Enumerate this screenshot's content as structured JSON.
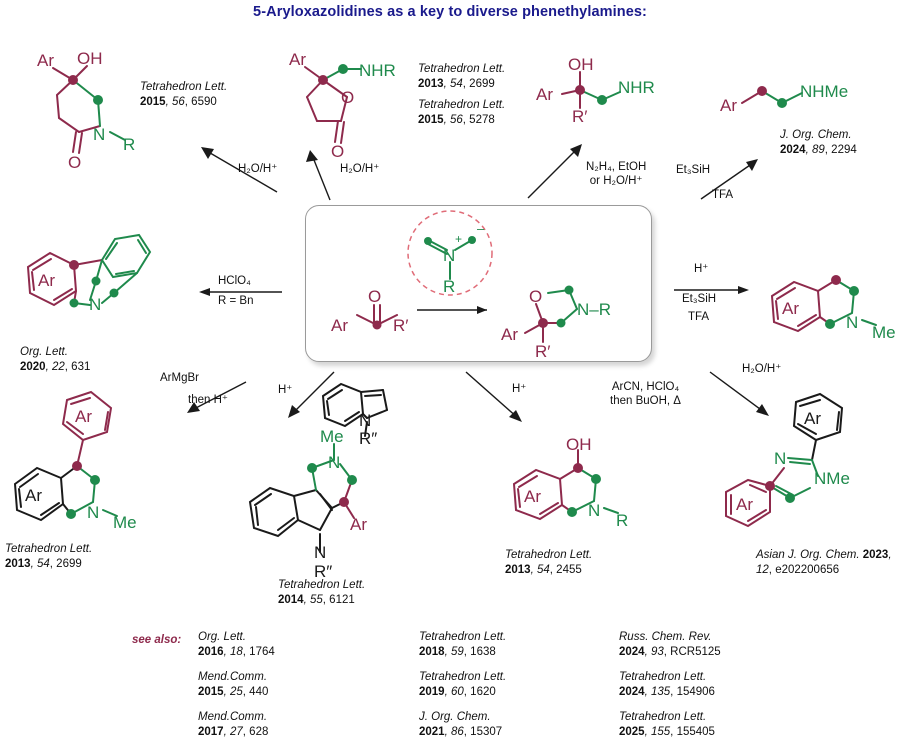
{
  "title": "5-Aryloxazolidines as a key to diverse phenethylamines:",
  "colors": {
    "title": "#1a1a8c",
    "aryl_red": "#8e2a4c",
    "amine_green": "#1f8a4c",
    "skeleton_black": "#1a1a1a",
    "highlight_circle": "#e06c78"
  },
  "center": {
    "substrate_labels": [
      "Ar",
      "R'",
      "O"
    ],
    "product_labels": [
      "Ar",
      "R'",
      "O",
      "N–R"
    ],
    "ylide_labels": [
      "N",
      "R",
      "+",
      "–"
    ]
  },
  "conditions": {
    "to_piperidinone": "H₂O/H⁺",
    "to_lactone": "H₂O/H⁺",
    "to_aminoalcohol_line1": "N₂H₄, EtOH",
    "to_aminoalcohol_line2": "or H₂O/H⁺",
    "to_phenethylamine_line1": "Et₃SiH",
    "to_phenethylamine_line2": "TFA",
    "to_tricycle_line1": "HClO₄",
    "to_tricycle_line2": "R = Bn",
    "to_thiq_nme_line1": "H⁺",
    "to_thiq_nme_line2": "Et₃SiH",
    "to_thiq_nme_line3": "TFA",
    "to_aryl_thiq_line1": "ArMgBr",
    "to_aryl_thiq_line2": "then H⁺",
    "to_carboline": "H⁺",
    "to_hydroxy_thiq": "H⁺",
    "to_imidazole_line1": "ArCN, HClO₄",
    "to_imidazole_line2": "then BuOH, Δ",
    "to_hydroxy_thiq_water": "H₂O/H⁺",
    "indole_label": "N",
    "indole_sub": "R″"
  },
  "citations": {
    "piperidinone": {
      "journal": "Tetrahedron Lett.",
      "year": "2015",
      "vol": "56",
      "page": "6590"
    },
    "lactone_a": {
      "journal": "Tetrahedron Lett.",
      "year": "2013",
      "vol": "54",
      "page": "2699"
    },
    "lactone_b": {
      "journal": "Tetrahedron Lett.",
      "year": "2015",
      "vol": "56",
      "page": "5278"
    },
    "phenethylamine": {
      "journal": "J. Org. Chem.",
      "year": "2024",
      "vol": "89",
      "page": "2294"
    },
    "tricycle": {
      "journal": "Org. Lett.",
      "year": "2020",
      "vol": "22",
      "page": "631"
    },
    "aryl_thiq": {
      "journal": "Tetrahedron Lett.",
      "year": "2013",
      "vol": "54",
      "page": "2699"
    },
    "carboline": {
      "journal": "Tetrahedron Lett.",
      "year": "2014",
      "vol": "55",
      "page": "6121"
    },
    "hydroxy_thiq": {
      "journal": "Tetrahedron Lett.",
      "year": "2013",
      "vol": "54",
      "page": "2455"
    },
    "imidazole": {
      "journal": "Asian J. Org. Chem.",
      "year": "2023",
      "vol": "12",
      "page": "e202200656"
    }
  },
  "see_also": {
    "label": "see also:",
    "col1": [
      {
        "journal": "Org. Lett.",
        "year": "2016",
        "vol": "18",
        "page": "1764"
      },
      {
        "journal": "Mend.Comm.",
        "year": "2015",
        "vol": "25",
        "page": "440"
      },
      {
        "journal": "Mend.Comm.",
        "year": "2017",
        "vol": "27",
        "page": "628"
      }
    ],
    "col2": [
      {
        "journal": "Tetrahedron Lett.",
        "year": "2018",
        "vol": "59",
        "page": "1638"
      },
      {
        "journal": "Tetrahedron Lett.",
        "year": "2019",
        "vol": "60",
        "page": "1620"
      },
      {
        "journal": "J. Org. Chem.",
        "year": "2021",
        "vol": "86",
        "page": "15307"
      }
    ],
    "col3": [
      {
        "journal": "Russ. Chem. Rev.",
        "year": "2024",
        "vol": "93",
        "page": "RCR5125"
      },
      {
        "journal": "Tetrahedron Lett.",
        "year": "2024",
        "vol": "135",
        "page": "154906"
      },
      {
        "journal": "Tetrahedron Lett.",
        "year": "2025",
        "vol": "155",
        "page": "155405"
      }
    ]
  },
  "structures": {
    "piperidinone": {
      "name": "4-aryl-4-hydroxy-piperidin-2-one",
      "labels": [
        "Ar",
        "OH",
        "N",
        "R",
        "O"
      ]
    },
    "lactone": {
      "name": "aryl-butyrolactone-methylamine",
      "labels": [
        "Ar",
        "NHR",
        "O",
        "O"
      ]
    },
    "amino_alcohol": {
      "name": "1-aryl-2-aminoethanol",
      "labels": [
        "OH",
        "Ar",
        "R'",
        "NHR"
      ]
    },
    "phenethylamine": {
      "name": "N-methyl-phenethylamine",
      "labels": [
        "Ar",
        "NHMe"
      ]
    },
    "tricycle": {
      "name": "fused-dibenzo-oxazine",
      "labels": [
        "Ar",
        "N"
      ]
    },
    "thiq_nme": {
      "name": "2-methyl-tetrahydroisoquinoline",
      "labels": [
        "Ar",
        "N",
        "Me"
      ]
    },
    "aryl_thiq": {
      "name": "4-aryl-2-methyl-tetrahydroisoquinoline",
      "labels": [
        "Ar",
        "Ar",
        "N",
        "Me"
      ]
    },
    "carboline": {
      "name": "tetrahydro-beta-carboline",
      "labels": [
        "Me",
        "N",
        "Ar",
        "N",
        "R″"
      ]
    },
    "hydroxy_thiq": {
      "name": "4-hydroxy-tetrahydroisoquinoline",
      "labels": [
        "OH",
        "Ar",
        "N",
        "R"
      ]
    },
    "imidazole": {
      "name": "diaryl-N-methylimidazole",
      "labels": [
        "Ar",
        "N",
        "NMe",
        "Ar"
      ]
    }
  }
}
